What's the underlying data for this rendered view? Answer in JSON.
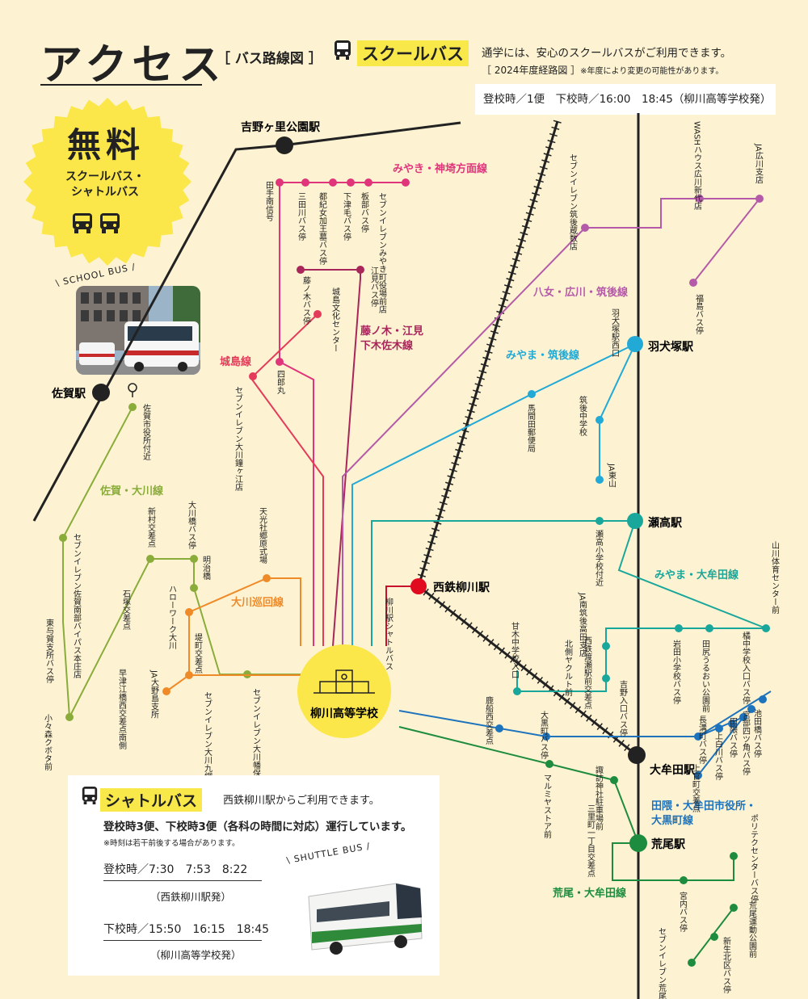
{
  "header": {
    "title": "アクセス",
    "subtitle": "［ バス路線図 ］"
  },
  "school_bus": {
    "label": "スクールバス",
    "description": "通学には、安心のスクールバスがご利用できます。",
    "route_year": "［ 2024年度経路図 ］",
    "route_note": "※年度により変更の可能性があります。",
    "times": "登校時／1便　下校時／16:00　18:45（柳川高等学校発）"
  },
  "badge": {
    "title": "無料",
    "sub1": "スクールバス・",
    "sub2": "シャトルバス"
  },
  "photo_school_label": "SCHOOL BUS",
  "school": {
    "name": "柳川高等学校"
  },
  "colors": {
    "background": "#fdf3d2",
    "badge": "#fbe74a",
    "pink_line": "#e0357a",
    "red_line": "#e43b5a",
    "crimson_line": "#a8265a",
    "magenta_line": "#b45aa8",
    "cyan_line": "#22a9d6",
    "teal_line": "#1aa79b",
    "olive_line": "#8aac3a",
    "orange_line": "#ef8a28",
    "blue_line": "#1e73bd",
    "green_line": "#1e8c3e",
    "railway": "#222222"
  },
  "stations": {
    "yoshinogari": "吉野ヶ里公園駅",
    "saga": "佐賀駅",
    "hainuzuka": "羽犬塚駅",
    "setaka": "瀬高駅",
    "nishitetsu": "西鉄柳川駅",
    "omuta": "大牟田駅",
    "arao": "荒尾駅"
  },
  "routes": {
    "miyaki": "みやき・神埼方面線",
    "yame": "八女・広川・筑後線",
    "fujinoki": "藤ノ木・江見",
    "fujinoki2": "下木佐木線",
    "jonai": "城島線",
    "miyama_chikugo": "みやま・筑後線",
    "saga_okawa": "佐賀・大川線",
    "okawa": "大川巡回線",
    "miyama_omuta": "みやま・大牟田線",
    "taguma": "田隈・大牟田市役所・",
    "taguma2": "大黒町線",
    "arao_omuta": "荒尾・大牟田線"
  },
  "stops": [
    {
      "id": "s1",
      "text": "田手南信号"
    },
    {
      "id": "s2",
      "text": "三田川バス停"
    },
    {
      "id": "s3",
      "text": "都紀女加王墓バス停"
    },
    {
      "id": "s4",
      "text": "下津毛バス停"
    },
    {
      "id": "s5",
      "text": "板部バス停"
    },
    {
      "id": "s6",
      "text": "セブンイレブンみやき町役場前店"
    },
    {
      "id": "s7",
      "text": "藤ノ木バス停"
    },
    {
      "id": "s8",
      "text": "江見バス停"
    },
    {
      "id": "s9",
      "text": "城島文化センター"
    },
    {
      "id": "s10",
      "text": "四郎丸"
    },
    {
      "id": "s11",
      "text": "セブンイレブン大川鐘ヶ江店"
    },
    {
      "id": "s12",
      "text": "セブンイレブン筑後蔵数店"
    },
    {
      "id": "s13",
      "text": "WASHハウス広川新代店"
    },
    {
      "id": "s14",
      "text": "JA広川支店"
    },
    {
      "id": "s15",
      "text": "福島バス停"
    },
    {
      "id": "s16",
      "text": "羽犬塚駅西口"
    },
    {
      "id": "s17",
      "text": "馬間田郵便局"
    },
    {
      "id": "s18",
      "text": "筑後中学校"
    },
    {
      "id": "s19",
      "text": "JA東山"
    },
    {
      "id": "s20",
      "text": "佐賀市役所付近"
    },
    {
      "id": "s21",
      "text": "セブンイレブン佐賀南部バイパス本庄店"
    },
    {
      "id": "s22",
      "text": "東与賀支所バス停"
    },
    {
      "id": "s23",
      "text": "小々森クボタ前"
    },
    {
      "id": "s24",
      "text": "早津江橋西交差点南側"
    },
    {
      "id": "s25",
      "text": "石塚交差点"
    },
    {
      "id": "s26",
      "text": "新村交差点"
    },
    {
      "id": "s27",
      "text": "大川橋バス停"
    },
    {
      "id": "s28",
      "text": "明治橋"
    },
    {
      "id": "s29",
      "text": "天光社郷原式場"
    },
    {
      "id": "s30",
      "text": "ハローワーク大川"
    },
    {
      "id": "s31",
      "text": "堤町交差点"
    },
    {
      "id": "s32",
      "text": "JA大野島支所"
    },
    {
      "id": "s33",
      "text": "セブンイレブン大川九網店"
    },
    {
      "id": "s34",
      "text": "セブンイレブン大川幡保店"
    },
    {
      "id": "s35",
      "text": "瀬高小学校付近"
    },
    {
      "id": "s36",
      "text": "山川体育センター前"
    },
    {
      "id": "s37",
      "text": "柳川駅シャトルバス"
    },
    {
      "id": "s38",
      "text": "JA南筑後高田支店"
    },
    {
      "id": "s39",
      "text": "西鉄渡瀬駅前交差点"
    },
    {
      "id": "s40",
      "text": "北側ヤクルト前"
    },
    {
      "id": "s41",
      "text": "甘木中学校入口"
    },
    {
      "id": "s42",
      "text": "岩田小学校バス停"
    },
    {
      "id": "s43",
      "text": "田尻うるおい公園前"
    },
    {
      "id": "s44",
      "text": "橘中学校入口バス停"
    },
    {
      "id": "s45",
      "text": "吉野入口バス停"
    },
    {
      "id": "s46",
      "text": "鹿船西交差点"
    },
    {
      "id": "s47",
      "text": "大黒町バス停"
    },
    {
      "id": "s48",
      "text": "池田橋バス停"
    },
    {
      "id": "s49",
      "text": "宮部四ツ角バス停"
    },
    {
      "id": "s50",
      "text": "田隈バス停"
    },
    {
      "id": "s51",
      "text": "上白川バス停"
    },
    {
      "id": "s52",
      "text": "長溝町バス停"
    },
    {
      "id": "s53",
      "text": "上官町交差点"
    },
    {
      "id": "s54",
      "text": "諏訪神社駐車場前"
    },
    {
      "id": "s55",
      "text": "三里町一丁目交差点"
    },
    {
      "id": "s56",
      "text": "マルミヤストア前"
    },
    {
      "id": "s57",
      "text": "ポリテクセンターバス停"
    },
    {
      "id": "s58",
      "text": "宮内バス停"
    },
    {
      "id": "s59",
      "text": "荒尾運動公園前"
    },
    {
      "id": "s60",
      "text": "セブンイレブン荒尾水野店"
    },
    {
      "id": "s61",
      "text": "新生北区バス停"
    }
  ],
  "shuttle": {
    "label": "シャトルバス",
    "description": "西鉄柳川駅からご利用できます。",
    "run": "登校時3便、下校時3便（各科の時間に対応）運行しています。",
    "note": "※時刻は若干前後する場合があります。",
    "up_times": "登校時／7:30　7:53　8:22",
    "up_from": "（西鉄柳川駅発）",
    "down_times": "下校時／15:50　16:15　18:45",
    "down_from": "（柳川高等学校発）",
    "photo_label": "SHUTTLE BUS"
  }
}
